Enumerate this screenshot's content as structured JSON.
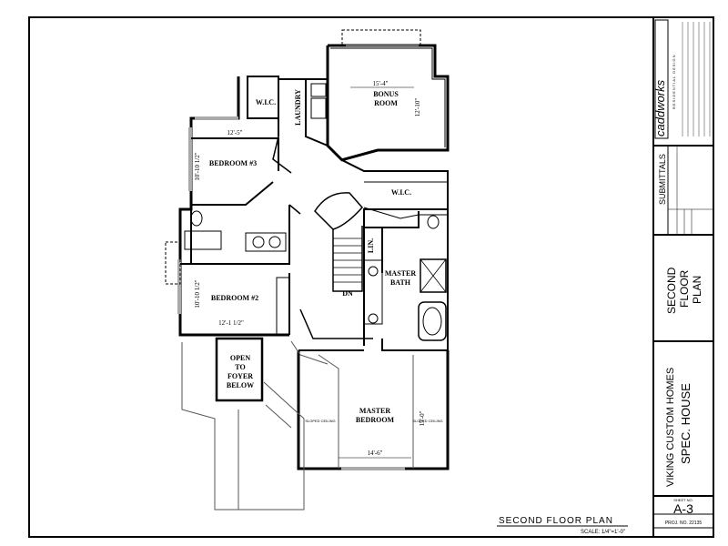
{
  "plan": {
    "rooms": {
      "wic_top": "W.I.C.",
      "laundry": "LAUNDRY",
      "bonus_1": "BONUS",
      "bonus_2": "ROOM",
      "bedroom3": "BEDROOM #3",
      "bedroom2": "BEDROOM #2",
      "wic_master": "W.I.C.",
      "lin": "LIN.",
      "master_bath_1": "MASTER",
      "master_bath_2": "BATH",
      "dn": "DN",
      "open_1": "OPEN",
      "open_2": "TO",
      "open_3": "FOYER",
      "open_4": "BELOW",
      "master_bed_1": "MASTER",
      "master_bed_2": "BEDROOM"
    },
    "dims": {
      "bonus_w": "15'-4\"",
      "bonus_h": "12'-10\"",
      "bed3_w": "12'-5\"",
      "bed3_h": "10'-10 1/2\"",
      "bed2_h": "10'-10 1/2\"",
      "bed2_w": "12'-1 1/2\"",
      "master_w": "14'-6\"",
      "master_h": "15'-0\""
    },
    "notes": {
      "sloped_left": "SLOPED CEILING",
      "sloped_right": "SLOPED CEILING"
    }
  },
  "caption": {
    "title": "SECOND FLOOR PLAN",
    "scale": "SCALE: 1/4\"=1'-0\""
  },
  "title_block": {
    "logo": "caddworks",
    "logo_sub": "RESIDENTIAL DESIGN",
    "submittals": "SUBMITTALS",
    "sheet_title_1": "SECOND",
    "sheet_title_2": "FLOOR",
    "sheet_title_3": "PLAN",
    "project_1": "VIKING CUSTOM HOMES",
    "project_2": "SPEC. HOUSE",
    "sheet_no_label": "SHEET NO.",
    "sheet_no": "A-3",
    "job_no": "PROJ. NO. 22135"
  }
}
